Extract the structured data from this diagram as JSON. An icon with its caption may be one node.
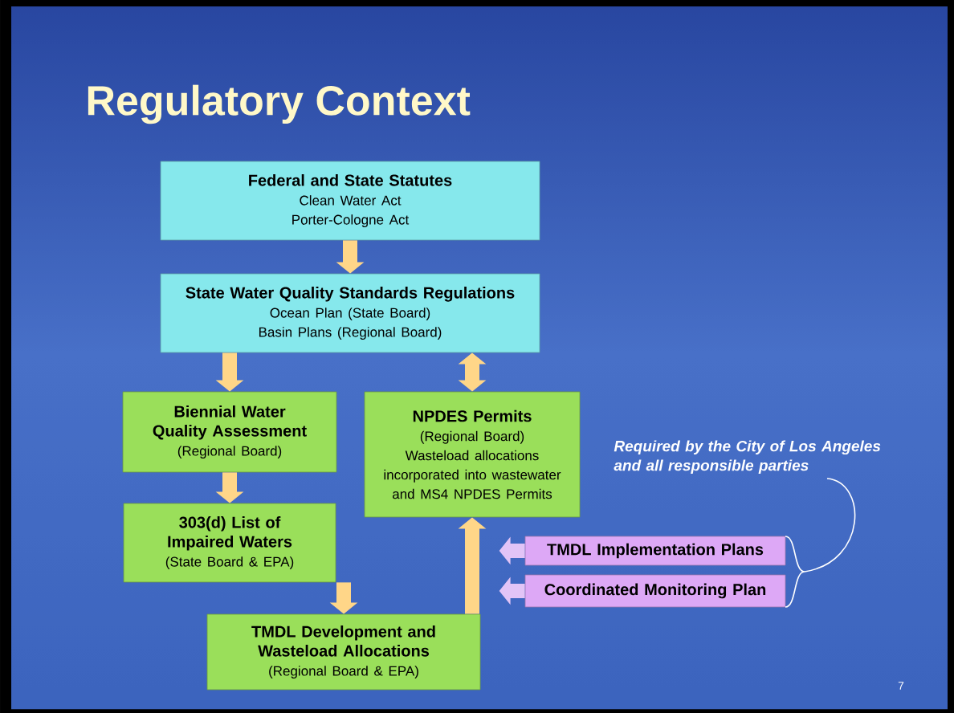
{
  "diagram": {
    "title": "Regulatory Context",
    "nodes": [
      {
        "text": [
          "Federal and State Statutes",
          "Clean Water Act",
          "Porter-Cologne Act"
        ]
      },
      {
        "text": [
          "State Water Quality Standards Regulations",
          "Ocean Plan (State Board)",
          "Basin Plans (Regional Board)"
        ]
      },
      {
        "text": [
          "Biennial Water Quality Assessment",
          "(Regional Board)"
        ]
      },
      {
        "text": [
          "NPDES Permits",
          "(Regional Board)",
          "Wasteload allocations incorporated into wastewater and MS4 NPDES Permits"
        ]
      },
      {
        "text": [
          "303(d) List of Impaired Waters",
          "(State Board & EPA)"
        ]
      },
      {
        "text": [
          "TMDL Development and Wasteload Allocations",
          "(Regional Board & EPA)"
        ]
      },
      {
        "text": [
          "TMDL Implementation Plans"
        ]
      },
      {
        "text": [
          "Coordinated Monitoring Plan"
        ]
      }
    ],
    "edges": [
      {
        "from": 0,
        "to": 1,
        "arrow": "to"
      },
      {
        "from": 1,
        "to": 2,
        "arrow": "to"
      },
      {
        "from": 1,
        "to": 3,
        "arrow": "both"
      },
      {
        "from": 2,
        "to": 4,
        "arrow": "to"
      },
      {
        "from": 4,
        "to": 5,
        "arrow": "to"
      },
      {
        "from": 5,
        "to": 3,
        "arrow": "to"
      },
      {
        "from": 6,
        "to": null,
        "arrow": "to",
        "color": "#e2c4f7"
      },
      {
        "from": 7,
        "to": null,
        "arrow": "to",
        "color": "#e2c4f7"
      }
    ],
    "labels": [
      "Required by the City of Los Angeles and all responsible parties",
      "7"
    ]
  }
}
